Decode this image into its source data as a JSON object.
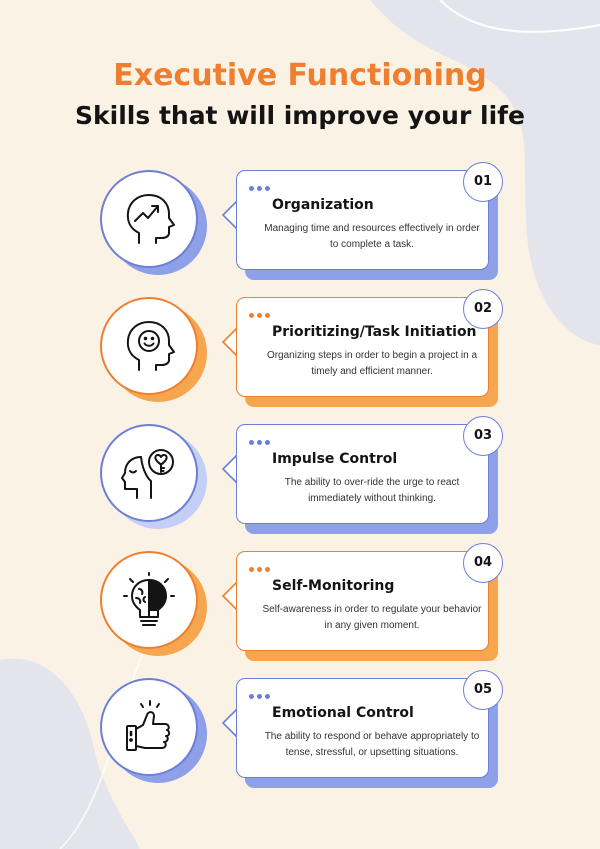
{
  "heading": {
    "title": "Executive Functioning",
    "subtitle": "Skills that will improve your life"
  },
  "colors": {
    "background": "#fbf2e6",
    "blob": "#e4e5ec",
    "orange": "#ef7f2e",
    "blue": "#6c7fd8",
    "blue_shadow": "#8da0e8",
    "orange_shadow": "#f5a64e",
    "light_blue_shadow": "#c4cff6"
  },
  "skills": [
    {
      "number": "01",
      "title": "Organization",
      "description": "Managing time and resources effectively in order to complete a task.",
      "icon": "head-growth-arrow-icon",
      "accent": "blue"
    },
    {
      "number": "02",
      "title": "Prioritizing/Task Initiation",
      "description": "Organizing steps in order to begin a project in a timely and efficient manner.",
      "icon": "head-smiley-icon",
      "accent": "orange"
    },
    {
      "number": "03",
      "title": "Impulse Control",
      "description": "The ability to over-ride the urge to react immediately without thinking.",
      "icon": "head-heart-key-icon",
      "accent": "blue"
    },
    {
      "number": "04",
      "title": "Self-Monitoring",
      "description": "Self-awareness in order to regulate your behavior in any given moment.",
      "icon": "brain-lightbulb-icon",
      "accent": "orange"
    },
    {
      "number": "05",
      "title": "Emotional Control",
      "description": "The ability to respond or behave appropriately to tense, stressful, or upsetting situations.",
      "icon": "thumbs-up-icon",
      "accent": "blue"
    }
  ]
}
